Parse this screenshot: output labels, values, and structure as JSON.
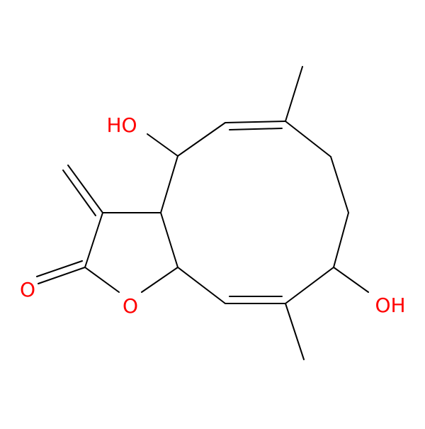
{
  "molecule": {
    "colors": {
      "bond": "#000000",
      "oxygen": "#ff0000",
      "background": "#ffffff"
    },
    "atom_labels": {
      "hydroxyl_top": "HO",
      "hydroxyl_right": "OH",
      "ring_oxygen": "O",
      "carbonyl_oxygen": "O"
    }
  }
}
